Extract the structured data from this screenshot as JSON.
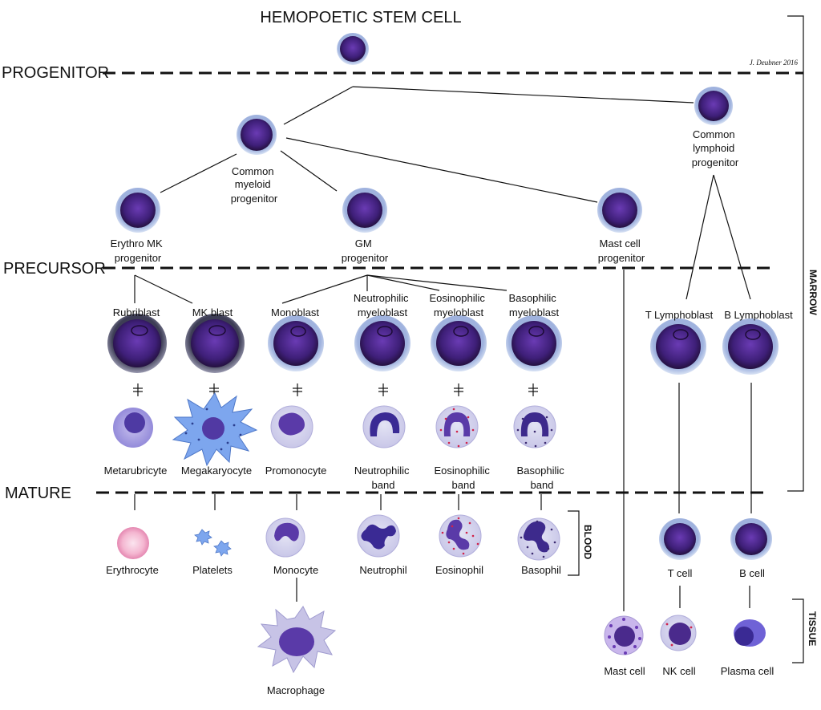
{
  "title": "HEMOPOETIC STEM CELL",
  "credit": "J. Deubner 2016",
  "stages": {
    "progenitor": "PROGENITOR",
    "precursor": "PRECURSOR",
    "mature": "MATURE"
  },
  "sections": {
    "marrow": "MARROW",
    "blood": "BLOOD",
    "tissue": "TISSUE"
  },
  "progenitors": {
    "cmp": [
      "Common",
      "myeloid",
      "progenitor"
    ],
    "clp": [
      "Common",
      "lymphoid",
      "progenitor"
    ],
    "emk": [
      "Erythro MK",
      "progenitor"
    ],
    "gm": [
      "GM",
      "progenitor"
    ],
    "mast": [
      "Mast cell",
      "progenitor"
    ]
  },
  "blasts": {
    "rubriblast": "Rubriblast",
    "mkblast": "MK blast",
    "monoblast": "Monoblast",
    "neutro_myeloblast": [
      "Neutrophilic",
      "myeloblast"
    ],
    "eosino_myeloblast": [
      "Eosinophilic",
      "myeloblast"
    ],
    "baso_myeloblast": [
      "Basophilic",
      "myeloblast"
    ],
    "t_lymphoblast": "T Lymphoblast",
    "b_lymphoblast": "B Lymphoblast"
  },
  "intermediates": {
    "metarubricyte": "Metarubricyte",
    "megakaryocyte": "Megakaryocyte",
    "promonocyte": "Promonocyte",
    "neutro_band": [
      "Neutrophilic",
      "band"
    ],
    "eosino_band": [
      "Eosinophilic",
      "band"
    ],
    "baso_band": [
      "Basophilic",
      "band"
    ]
  },
  "mature": {
    "erythrocyte": "Erythrocyte",
    "platelets": "Platelets",
    "monocyte": "Monocyte",
    "neutrophil": "Neutrophil",
    "eosinophil": "Eosinophil",
    "basophil": "Basophil",
    "t_cell": "T cell",
    "b_cell": "B cell",
    "macrophage": "Macrophage",
    "mast_cell": "Mast cell",
    "nk_cell": "NK cell",
    "plasma_cell": "Plasma cell"
  },
  "colors": {
    "membrane": "#b9c7e6",
    "cytoplasm_dark": "#2a1348",
    "nucleus": "#5b2a9c",
    "erythrocyte": "#e98bb5",
    "eosin_granule": "#d0234b",
    "baso_granule": "#3b2a70",
    "mk_body": "#6f9be3"
  }
}
